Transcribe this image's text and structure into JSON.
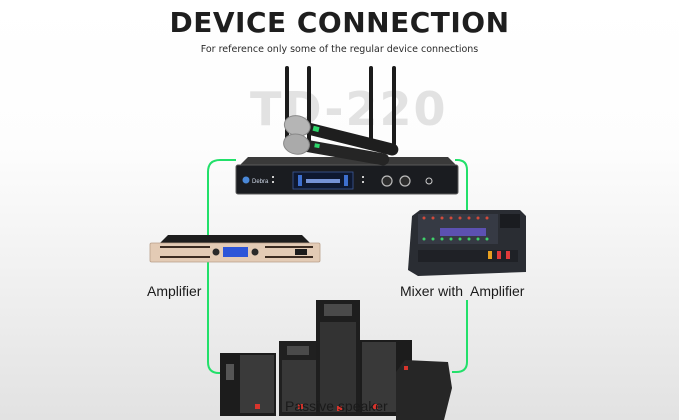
{
  "header": {
    "title": "DEVICE CONNECTION",
    "subtitle": "For reference only some of the regular device connections"
  },
  "receiver": {
    "model_watermark": "TD-220",
    "brand": "Debra"
  },
  "devices": {
    "amplifier_label": "Amplifier",
    "mixer_label": "Mixer with  Amplifier",
    "speaker_label": "Passive speaker"
  },
  "colors": {
    "connection_line": "#22e06a",
    "background_top": "#ffffff",
    "background_bottom": "#e2e2e2"
  }
}
